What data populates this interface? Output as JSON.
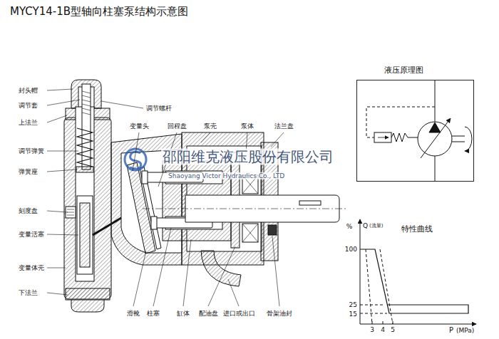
{
  "diagram": {
    "title": "MYCY14-1B型轴向柱塞泵结构示意图",
    "nodes": [
      {
        "text": [
          "液压原理图"
        ]
      }
    ],
    "labels": [
      "封头帽",
      "调节套",
      "上法兰",
      "调节弹簧",
      "弹簧座",
      "刻度盘",
      "变量活塞",
      "变量体壳",
      "下法兰",
      "调节螺杆",
      "变量头",
      "回程盘",
      "泵壳",
      "泵体",
      "法兰盘",
      "滑靴",
      "柱塞",
      "缸体",
      "配油盘",
      "进口或出口",
      "骨架油封",
      "邵阳维克液压股份有限公司",
      "Shaoyang Victor Hydraulics Co., LTD",
      "特性曲线",
      "%",
      "Q",
      "(流量)",
      "100",
      "25",
      "15",
      "3",
      "4",
      "5",
      "P",
      "(MPa)"
    ]
  }
}
